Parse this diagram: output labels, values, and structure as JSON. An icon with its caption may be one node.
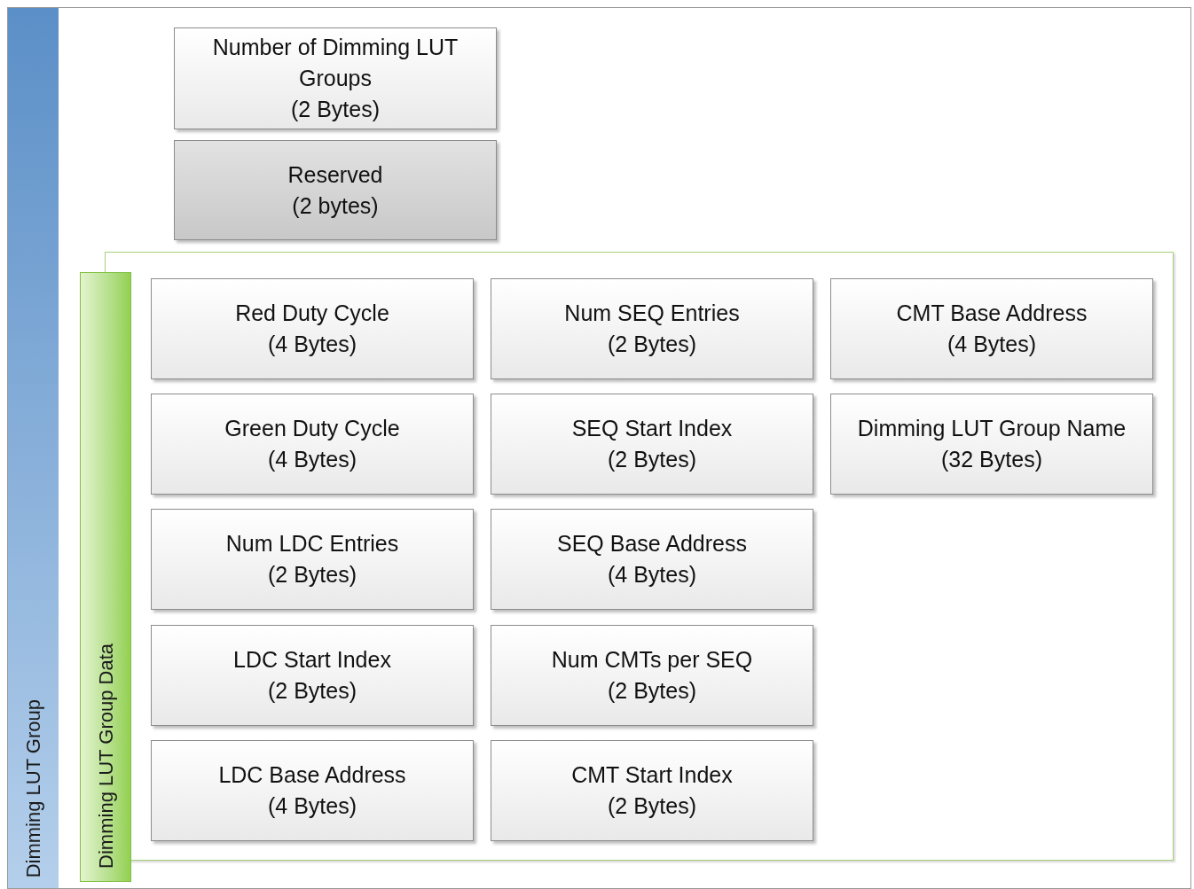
{
  "diagram": {
    "nodes": [
      {
        "text": [
          "Dimming LUT Group"
        ]
      },
      {
        "text": [
          "Number of Dimming LUT Groups",
          "(2 Bytes)"
        ],
        "in": 0
      },
      {
        "text": [
          "Reserved",
          "(2 bytes)"
        ],
        "in": 0
      },
      {
        "text": [
          "Dimming LUT Group Data"
        ],
        "in": 0
      },
      {
        "text": [
          "Red Duty Cycle",
          "(4 Bytes)"
        ],
        "in": 3
      },
      {
        "text": [
          "Num SEQ Entries",
          "(2 Bytes)"
        ],
        "in": 3
      },
      {
        "text": [
          "CMT Base Address",
          "(4 Bytes)"
        ],
        "in": 3
      },
      {
        "text": [
          "Green Duty Cycle",
          "(4 Bytes)"
        ],
        "in": 3
      },
      {
        "text": [
          "SEQ Start Index",
          "(2 Bytes)"
        ],
        "in": 3
      },
      {
        "text": [
          "Dimming LUT Group Name",
          "(32 Bytes)"
        ],
        "in": 3
      },
      {
        "text": [
          "Num LDC Entries",
          "(2 Bytes)"
        ],
        "in": 3
      },
      {
        "text": [
          "SEQ Base Address",
          "(4 Bytes)"
        ],
        "in": 3
      },
      {
        "text": [
          "LDC Start Index",
          "(2 Bytes)"
        ],
        "in": 3
      },
      {
        "text": [
          "Num CMTs per SEQ",
          "(2 Bytes)"
        ],
        "in": 3
      },
      {
        "text": [
          "LDC Base Address",
          "(4 Bytes)"
        ],
        "in": 3
      },
      {
        "text": [
          "CMT Start Index",
          "(2 Bytes)"
        ],
        "in": 3
      }
    ]
  }
}
